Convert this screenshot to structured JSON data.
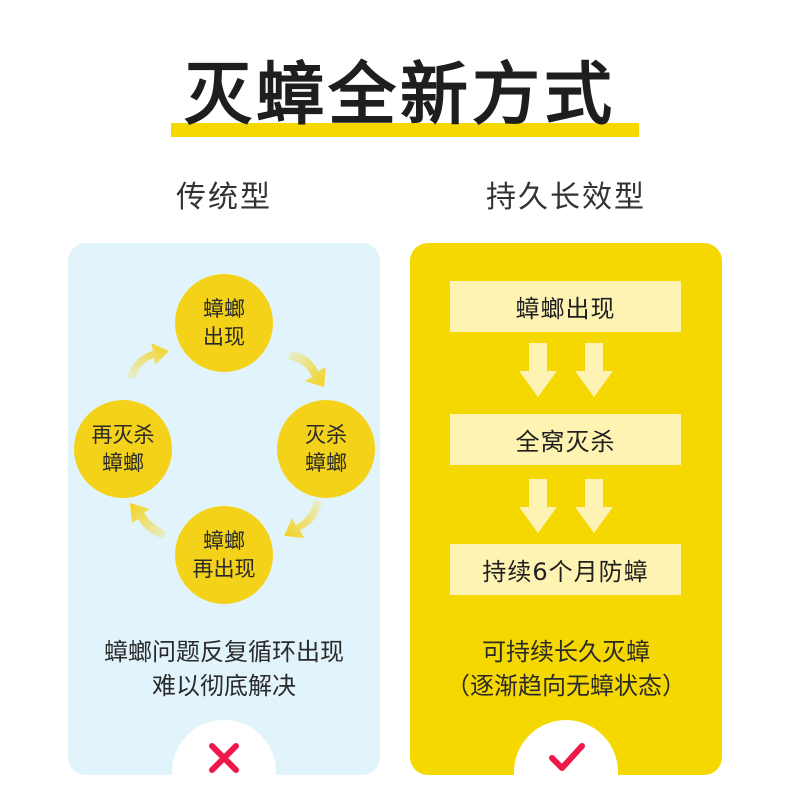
{
  "header": {
    "title": "灭蟑全新方式",
    "accent_color": "#f5d800"
  },
  "columns": {
    "left": {
      "label": "传统型",
      "background": "#e2f4fb",
      "cycle": {
        "top": [
          "蟑螂",
          "出现"
        ],
        "right": [
          "灭杀",
          "蟑螂"
        ],
        "bottom": [
          "蟑螂",
          "再出现"
        ],
        "left": [
          "再灭杀",
          "蟑螂"
        ]
      },
      "caption": [
        "蟑螂问题反复循环出现",
        "难以彻底解决"
      ],
      "verdict_icon": "cross-icon",
      "verdict_color": "#f0184a"
    },
    "right": {
      "label": "持久长效型",
      "background": "#f5d800",
      "steps": [
        "蟑螂出现",
        "全窝灭杀",
        "持续6个月防蟑"
      ],
      "caption": [
        "可持续长久灭蟑",
        "（逐渐趋向无蟑状态）"
      ],
      "verdict_icon": "check-icon",
      "verdict_color": "#f0184a"
    }
  }
}
